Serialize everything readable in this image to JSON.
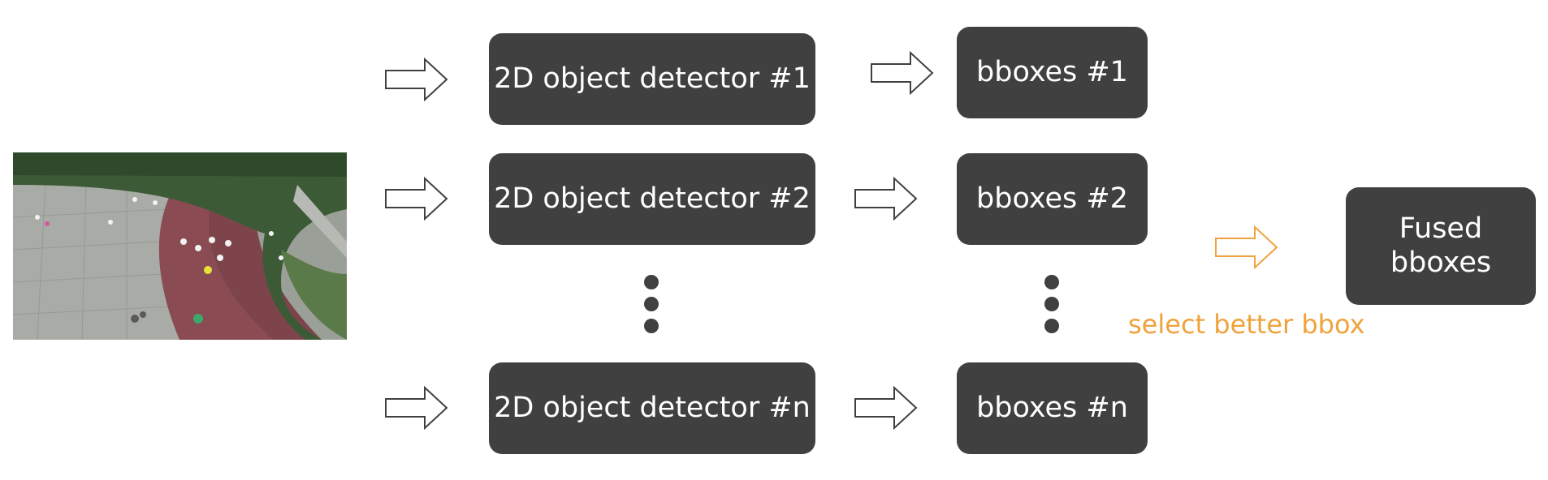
{
  "detectors": [
    {
      "label": "2D object detector #1"
    },
    {
      "label": "2D object detector #2"
    },
    {
      "label": "2D object detector #n"
    }
  ],
  "outputs": [
    {
      "label": "bboxes #1"
    },
    {
      "label": "bboxes #2"
    },
    {
      "label": "bboxes #n"
    }
  ],
  "fused": {
    "label": "Fused\nbboxes"
  },
  "fusion_note": "select better bbox",
  "colors": {
    "box_fill": "#404040",
    "box_text": "#ffffff",
    "arrow_stroke": "#404040",
    "accent": "#f0a23c"
  },
  "icons": [
    "input-image",
    "arrow-icon",
    "accent-arrow-icon",
    "ellipsis-dots-icon"
  ]
}
